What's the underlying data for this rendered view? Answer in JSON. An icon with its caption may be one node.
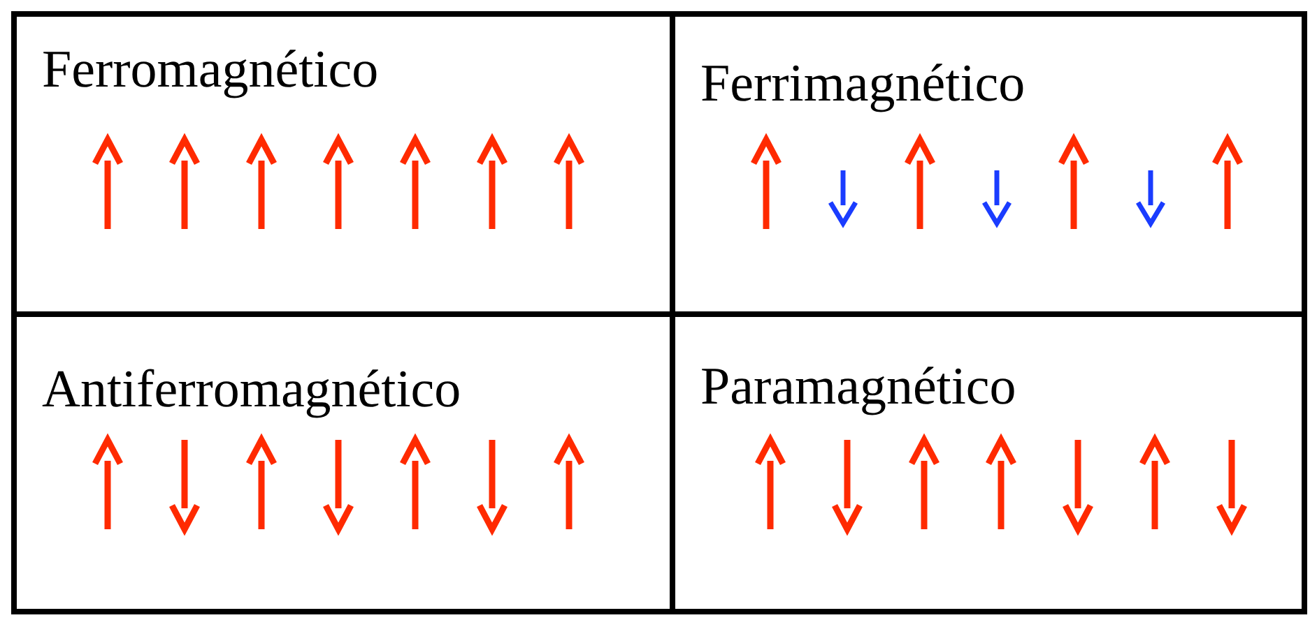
{
  "diagram": {
    "nodes": [
      {
        "text": [
          "Ferromagnético"
        ]
      },
      {
        "text": [
          "Ferrimagnético"
        ]
      },
      {
        "text": [
          "Antiferromagnético"
        ]
      },
      {
        "text": [
          "Paramagnético"
        ]
      }
    ]
  }
}
